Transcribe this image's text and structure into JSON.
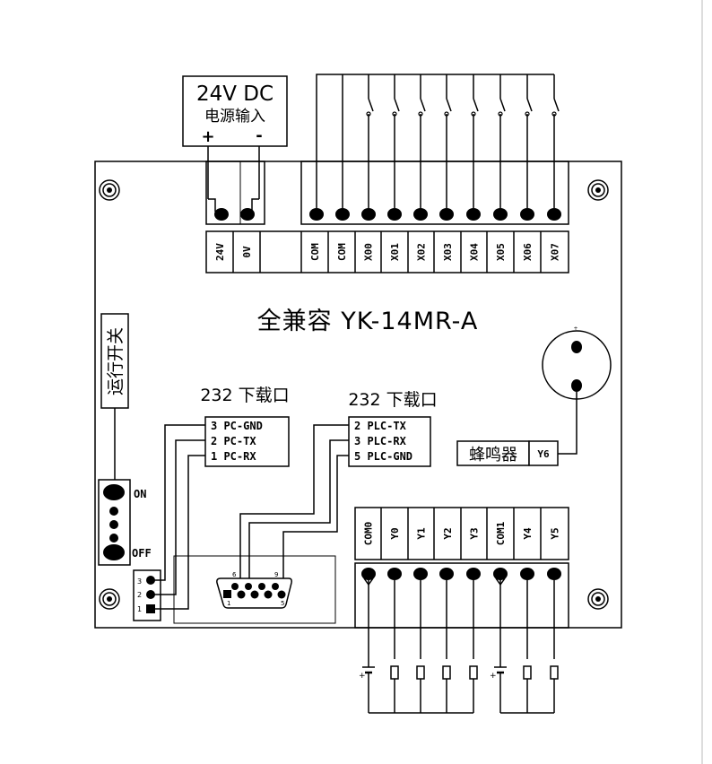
{
  "power": {
    "title": "24V  DC",
    "subtitle": "电源输入",
    "plus": "+",
    "minus": "-"
  },
  "input_terminals": [
    "24V",
    "0V",
    "",
    "COM",
    "COM",
    "X00",
    "X01",
    "X02",
    "X03",
    "X04",
    "X05",
    "X06",
    "X07"
  ],
  "output_terminals": [
    "COM0",
    "Y0",
    "Y1",
    "Y2",
    "Y3",
    "COM1",
    "Y4",
    "Y5"
  ],
  "model": "全兼容 YK-14MR-A",
  "run_switch": {
    "label": "运行开关",
    "on": "ON",
    "off": "OFF"
  },
  "download_pc": {
    "title": "232 下载口",
    "pins": [
      "3 PC-GND",
      "2 PC-TX",
      "1 PC-RX"
    ],
    "jumper_numbers": [
      "3",
      "2",
      "1"
    ]
  },
  "download_plc": {
    "title": "232 下载口",
    "pins": [
      "2 PLC-TX",
      "3 PLC-RX",
      "5 PLC-GND"
    ]
  },
  "db9_numbers": {
    "p1": "1",
    "p5": "5",
    "p6": "6",
    "p9": "9"
  },
  "buzzer": {
    "label": "蜂鸣器",
    "terminal": "Y6",
    "plus": "+"
  },
  "battery_plus": "+"
}
